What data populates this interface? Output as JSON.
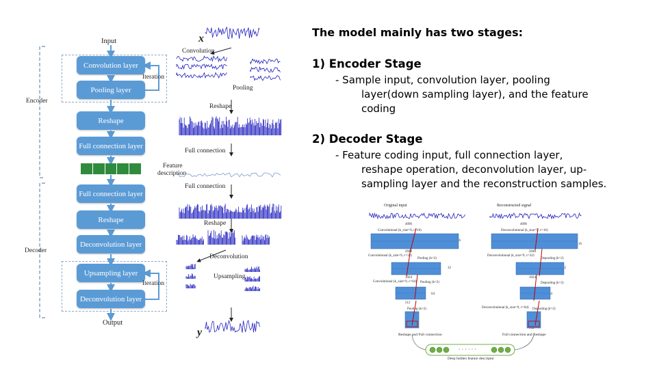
{
  "left_diagram": {
    "input_label": "Input",
    "output_label": "Output",
    "encoder_label": "Encoder",
    "decoder_label": "Decoder",
    "iteration_top": "Iteration",
    "iteration_bottom": "Iteration",
    "blocks": [
      "Convolution layer",
      "Pooling layer",
      "Reshape",
      "Full connection layer",
      "Full connection layer",
      "Reshape",
      "Deconvolution layer",
      "Upsampling layer",
      "Deconvolution layer"
    ],
    "side_labels": {
      "x": "x",
      "y": "y",
      "convolution": "Convolution",
      "pooling": "Pooling",
      "reshape_top": "Reshape",
      "full_connection_top": "Full connection",
      "feature": "Feature",
      "description": "description",
      "full_connection_bottom": "Full connection",
      "reshape_bottom": "Reshape",
      "deconvolution": "Deconvolution",
      "upsampling": "Upsampling"
    }
  },
  "text": {
    "intro": "The model mainly has two stages:",
    "encoder_heading": "1)  Encoder Stage",
    "encoder_lines": [
      "- Sample input, convolution layer, pooling",
      "layer(down sampling layer), and the feature",
      "coding"
    ],
    "decoder_heading": "2)  Decoder Stage",
    "decoder_lines": [
      "- Feature coding input, full connection layer,",
      "reshape operation, deconvolution layer, up-",
      "sampling layer and the reconstruction samples."
    ]
  },
  "right_diagram": {
    "original_input": "Original input",
    "reconstructed_signal": "Reconstructed signal",
    "conv_labels": [
      "Convolutional (k_size=9, c=16)",
      "Convolutional (k_size=9, c=32)",
      "Convolutional (k_size=9, c=64)"
    ],
    "deconv_labels": [
      "Deconvolutional (k_size=9, c=16)",
      "Deconvolutional (k_size=9, c=32)",
      "Deconvolutional (k_size=9, c=64)"
    ],
    "pooling_labels": [
      "Pooling (k=2)",
      "Pooling (k=2)",
      "Pooling (k=2)"
    ],
    "depooling_labels": [
      "Depooling (k=2)",
      "Depooling (k=2)",
      "Depooling (k=2)"
    ],
    "dims_left": [
      "4096",
      "2048",
      "1024",
      "512"
    ],
    "dims_right": [
      "4096",
      "2048",
      "1024",
      "512"
    ],
    "channels_left": [
      "16",
      "32",
      "64"
    ],
    "channels_right": [
      "16",
      "32",
      "64"
    ],
    "reshape_full": "Reshape and Full connection",
    "full_reshape": "Full connection and Reshape",
    "descriptor": "Deep hidden feature descriptor"
  },
  "colors": {
    "block": "#5b9bd5",
    "signal": "#1f1fbf",
    "arrow_red": "#c00000",
    "node_green": "#70ad47"
  }
}
